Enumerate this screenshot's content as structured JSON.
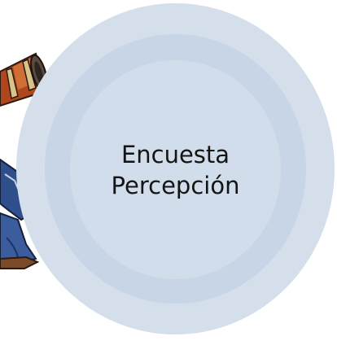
{
  "diagram": {
    "center": {
      "line1": "Encuesta",
      "line2": "Percepción"
    },
    "colors": {
      "outer_ring": "#d5dfeb",
      "middle_ring": "#c8d5e6",
      "inner_disc": "#d2ddeb",
      "label_text": "#141414"
    },
    "illustration": {
      "icon": "person-with-telescope-clipart"
    }
  }
}
